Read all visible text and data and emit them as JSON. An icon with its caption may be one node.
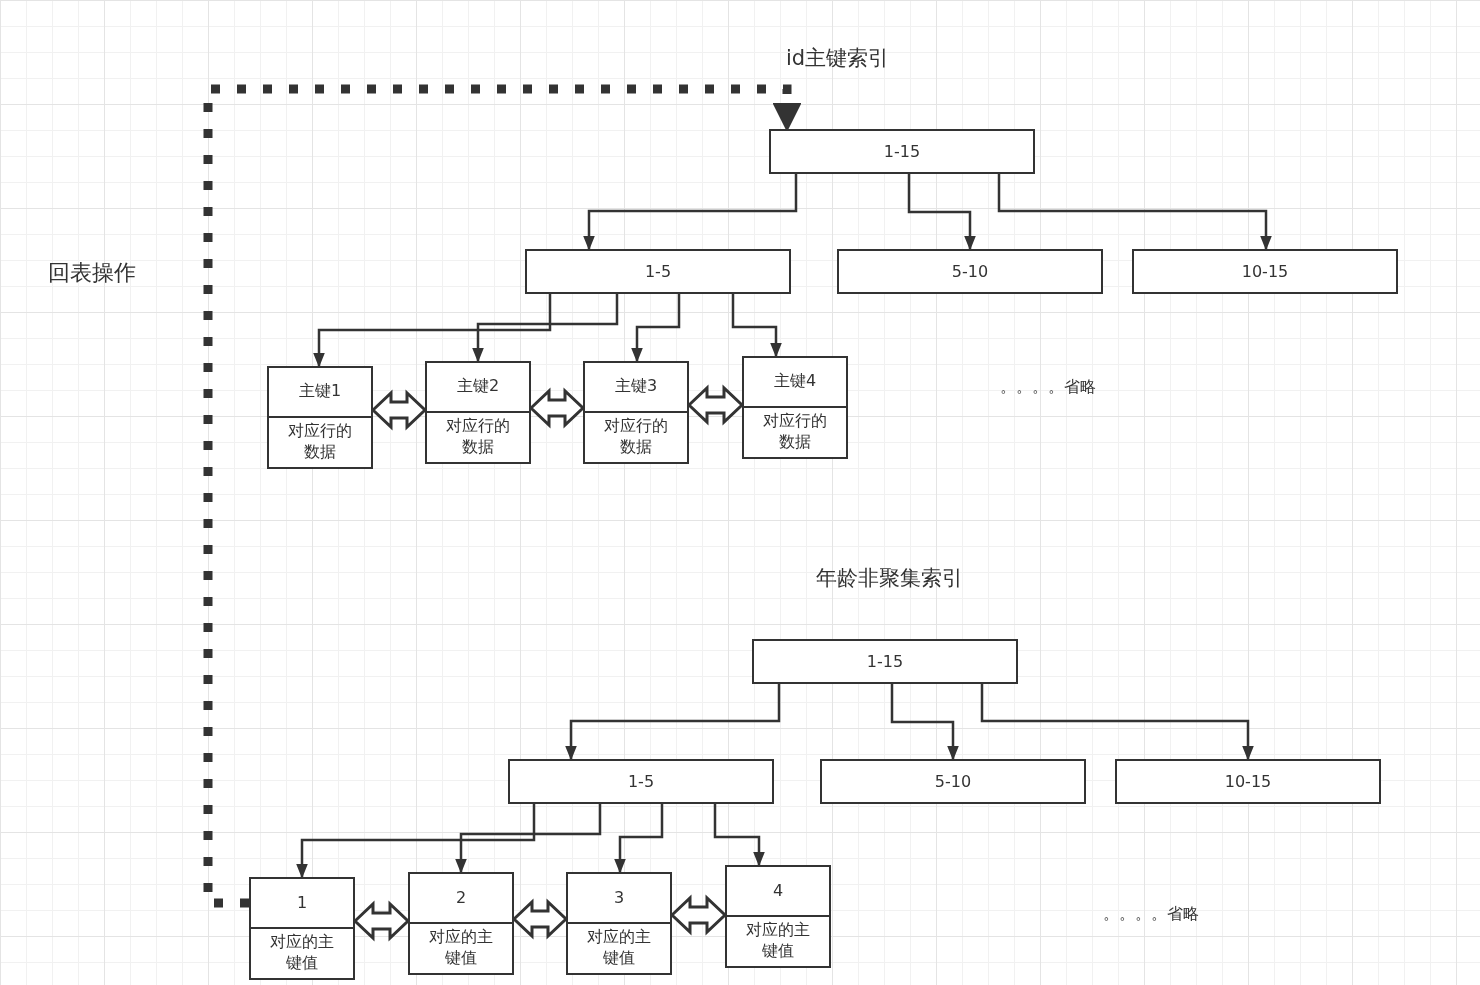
{
  "diagram": {
    "nodes": [
      {
        "text": [
          "1-15"
        ]
      },
      {
        "text": [
          "1-5"
        ]
      },
      {
        "text": [
          "5-10"
        ]
      },
      {
        "text": [
          "10-15"
        ]
      },
      {
        "text": [
          "主键1",
          "对应行的数据"
        ]
      },
      {
        "text": [
          "主键2",
          "对应行的数据"
        ]
      },
      {
        "text": [
          "主键3",
          "对应行的数据"
        ]
      },
      {
        "text": [
          "主键4",
          "对应行的数据"
        ]
      },
      {
        "text": [
          "1-15"
        ]
      },
      {
        "text": [
          "1-5"
        ]
      },
      {
        "text": [
          "5-10"
        ]
      },
      {
        "text": [
          "10-15"
        ]
      },
      {
        "text": [
          "1",
          "对应的主键值"
        ]
      },
      {
        "text": [
          "2",
          "对应的主键值"
        ]
      },
      {
        "text": [
          "3",
          "对应的主键值"
        ]
      },
      {
        "text": [
          "4",
          "对应的主键值"
        ]
      }
    ],
    "edges": [
      {
        "from": 0,
        "to": 1,
        "arrow": "to"
      },
      {
        "from": 0,
        "to": 2,
        "arrow": "to"
      },
      {
        "from": 0,
        "to": 3,
        "arrow": "to"
      },
      {
        "from": 1,
        "to": 4,
        "arrow": "to"
      },
      {
        "from": 1,
        "to": 5,
        "arrow": "to"
      },
      {
        "from": 1,
        "to": 6,
        "arrow": "to"
      },
      {
        "from": 1,
        "to": 7,
        "arrow": "to"
      },
      {
        "from": 4,
        "to": 5,
        "arrow": "both"
      },
      {
        "from": 5,
        "to": 6,
        "arrow": "both"
      },
      {
        "from": 6,
        "to": 7,
        "arrow": "both"
      },
      {
        "from": 8,
        "to": 9,
        "arrow": "to"
      },
      {
        "from": 8,
        "to": 10,
        "arrow": "to"
      },
      {
        "from": 8,
        "to": 11,
        "arrow": "to"
      },
      {
        "from": 9,
        "to": 12,
        "arrow": "to"
      },
      {
        "from": 9,
        "to": 13,
        "arrow": "to"
      },
      {
        "from": 9,
        "to": 14,
        "arrow": "to"
      },
      {
        "from": 9,
        "to": 15,
        "arrow": "to"
      },
      {
        "from": 12,
        "to": 13,
        "arrow": "both"
      },
      {
        "from": 13,
        "to": 14,
        "arrow": "both"
      },
      {
        "from": 14,
        "to": 15,
        "arrow": "both"
      },
      {
        "from": 12,
        "to": 0,
        "arrow": "to",
        "style": "dashed",
        "label": "回表操作"
      }
    ],
    "labels": [
      "id主键索引",
      "。。。。省略",
      "年龄非聚集索引",
      "。。。。省略"
    ]
  }
}
